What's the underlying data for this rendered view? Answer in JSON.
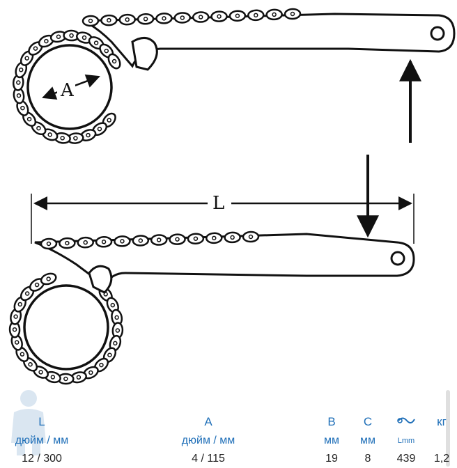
{
  "diagram": {
    "label_a": "A",
    "label_l": "L"
  },
  "specs": {
    "columns": [
      {
        "header": "L",
        "unit": "дюйм / мм",
        "value": "12 / 300"
      },
      {
        "header": "A",
        "unit": "дюйм / мм",
        "value": "4 / 115"
      },
      {
        "header": "B",
        "unit": "мм",
        "value": "19"
      },
      {
        "header": "C",
        "unit": "мм",
        "value": "8"
      },
      {
        "header": "",
        "icon": "length-caliper-icon",
        "unit": "Lmm",
        "value": "439"
      },
      {
        "header": "кг",
        "unit": "",
        "value": "1,2"
      }
    ]
  },
  "colors": {
    "accent": "#1f6fb8",
    "line": "#111111"
  }
}
